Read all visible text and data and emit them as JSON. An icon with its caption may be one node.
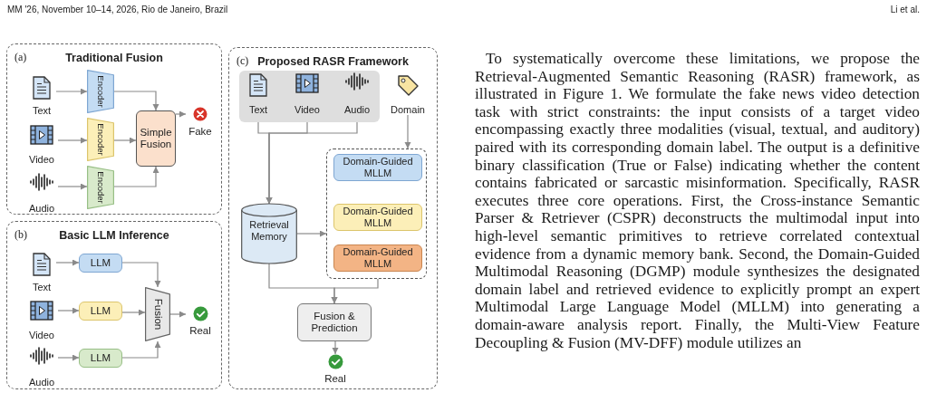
{
  "diagram": {
    "nodes": [
      {
        "text": [
          "(a)",
          "Traditional Fusion"
        ]
      },
      {
        "text": [
          "Text"
        ],
        "in": 0
      },
      {
        "text": [
          "Video"
        ],
        "in": 0
      },
      {
        "text": [
          "Audio"
        ],
        "in": 0
      },
      {
        "text": [
          "Encoder"
        ],
        "in": 0
      },
      {
        "text": [
          "Encoder"
        ],
        "in": 0
      },
      {
        "text": [
          "Encoder"
        ],
        "in": 0
      },
      {
        "text": [
          "Simple Fusion"
        ],
        "in": 0
      },
      {
        "text": [
          "Fake"
        ],
        "in": 0
      },
      {
        "text": [
          "(b)",
          "Basic LLM Inference"
        ]
      },
      {
        "text": [
          "Text"
        ],
        "in": 9
      },
      {
        "text": [
          "Video"
        ],
        "in": 9
      },
      {
        "text": [
          "Audio"
        ],
        "in": 9
      },
      {
        "text": [
          "LLM"
        ],
        "in": 9
      },
      {
        "text": [
          "LLM"
        ],
        "in": 9
      },
      {
        "text": [
          "LLM"
        ],
        "in": 9
      },
      {
        "text": [
          "Fusion"
        ],
        "in": 9
      },
      {
        "text": [
          "Real"
        ],
        "in": 9
      },
      {
        "text": [
          "(c)",
          "Proposed RASR Framework"
        ]
      },
      {
        "text": [],
        "shape": "box",
        "in": 18
      },
      {
        "text": [
          "Text"
        ],
        "in": 19
      },
      {
        "text": [
          "Video"
        ],
        "in": 19
      },
      {
        "text": [
          "Audio"
        ],
        "in": 19
      },
      {
        "text": [
          "Domain"
        ],
        "in": 18
      },
      {
        "text": [],
        "shape": "box",
        "in": 18
      },
      {
        "text": [
          "Domain-Guided MLLM"
        ],
        "in": 24
      },
      {
        "text": [
          "Domain-Guided MLLM"
        ],
        "in": 24
      },
      {
        "text": [
          "Domain-Guided MLLM"
        ],
        "in": 24
      },
      {
        "text": [
          "Retrieval Memory"
        ],
        "in": 18
      },
      {
        "text": [
          "Fusion & Prediction"
        ],
        "in": 18
      },
      {
        "text": [
          "Real"
        ],
        "in": 18
      }
    ],
    "edges": [
      {
        "from": 1,
        "to": 4,
        "arrow": "to"
      },
      {
        "from": 2,
        "to": 5,
        "arrow": "to"
      },
      {
        "from": 3,
        "to": 6,
        "arrow": "to"
      },
      {
        "from": 4,
        "to": 7,
        "arrow": "to"
      },
      {
        "from": 5,
        "to": 7,
        "arrow": "to"
      },
      {
        "from": 6,
        "to": 7,
        "arrow": "to"
      },
      {
        "from": 7,
        "to": 8,
        "arrow": "to"
      },
      {
        "from": 10,
        "to": 13,
        "arrow": "to"
      },
      {
        "from": 11,
        "to": 14,
        "arrow": "to"
      },
      {
        "from": 12,
        "to": 15,
        "arrow": "to"
      },
      {
        "from": 13,
        "to": 16,
        "arrow": "to"
      },
      {
        "from": 14,
        "to": 16,
        "arrow": "to"
      },
      {
        "from": 15,
        "to": 16,
        "arrow": "to"
      },
      {
        "from": 16,
        "to": 17,
        "arrow": "to"
      },
      {
        "from": 20,
        "to": 28,
        "arrow": "to"
      },
      {
        "from": 21,
        "to": 28,
        "arrow": "to"
      },
      {
        "from": 22,
        "to": 28,
        "arrow": "to"
      },
      {
        "from": 23,
        "to": 24,
        "arrow": "to"
      },
      {
        "from": 28,
        "to": 24,
        "arrow": "to"
      },
      {
        "from": 28,
        "to": 29,
        "arrow": "to"
      },
      {
        "from": 24,
        "to": 29,
        "arrow": "to"
      },
      {
        "from": 29,
        "to": 30,
        "arrow": "to"
      }
    ],
    "labels": [
      "MM '26, November 10–14, 2026, Rio de Janeiro, Brazil",
      "Li et al.",
      "To systematically overcome these limitations, we propose the Retrieval-Augmented Semantic Reasoning (RASR) framework, as illustrated in Figure 1. We formulate the fake news video detection task with strict constraints: the input consists of a target video encompassing exactly three modalities (visual, textual, and auditory) paired with its corresponding domain label. The output is a definitive binary classification (True or False) indicating whether the content contains fabricated or sarcastic misinformation. Specifically, RASR executes three core operations. First, the Cross-instance Semantic Parser & Retriever (CSPR) deconstructs the multimodal input into high-level semantic primitives to retrieve correlated contextual evidence from a dynamic memory bank. Second, the Domain-Guided Multimodal Reasoning (DGMP) module synthesizes the designated domain label and retrieved evidence to explicitly prompt an expert Multimodal Large Language Model (MLLM) into generating a domain-aware analysis report. Finally, the Multi-View Feature Decoupling & Fusion (MV-DFF) module utilizes an"
    ]
  }
}
